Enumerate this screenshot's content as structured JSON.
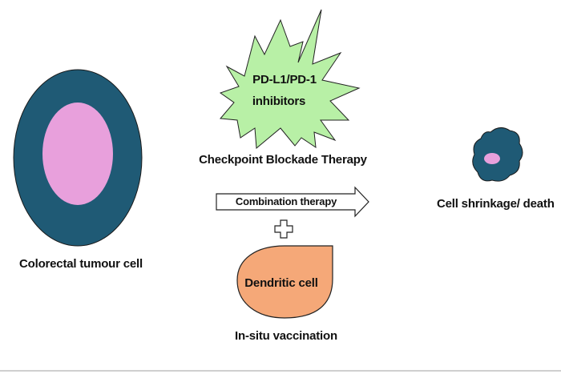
{
  "labels": {
    "tumour": "Colorectal tumour cell",
    "inhibitor_line1": "PD-L1/PD-1",
    "inhibitor_line2": "inhibitors",
    "checkpoint": "Checkpoint Blockade Therapy",
    "combination": "Combination therapy",
    "dendritic": "Dendritic cell",
    "vaccination": "In-situ vaccination",
    "outcome": "Cell shrinkage/ death"
  },
  "colors": {
    "tumour_outer": "#1f5a75",
    "tumour_inner": "#e8a0dc",
    "burst_fill": "#b8f0a6",
    "dendritic_fill": "#f5a878",
    "outline": "#1a1a1a"
  },
  "icons": {
    "plus": "plus-icon",
    "arrow": "right-arrow-icon"
  }
}
